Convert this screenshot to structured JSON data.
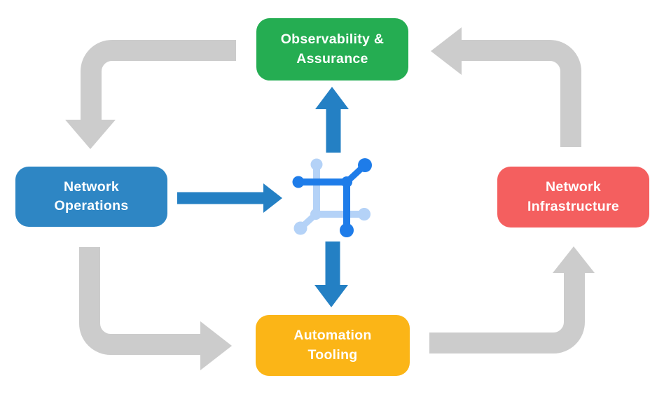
{
  "diagram": {
    "background_color": "#ffffff",
    "text_color": "#ffffff",
    "nodes": {
      "observability": {
        "label": "Observability &\nAssurance",
        "color": "#25AD52"
      },
      "operations": {
        "label": "Network\nOperations",
        "color": "#2E86C4"
      },
      "infrastructure": {
        "label": "Network\nInfrastructure",
        "color": "#F45F5F"
      },
      "automation": {
        "label": "Automation\nTooling",
        "color": "#FBB517"
      }
    },
    "center_icon": {
      "name": "network-mesh-icon",
      "dark_color": "#1E7CE9",
      "light_color": "#B4D2F7"
    },
    "arrows": {
      "cycle_color": "#CCCCCC",
      "hub_color": "#2480C4",
      "flows": [
        {
          "from": "Observability & Assurance",
          "to": "Network Operations",
          "style": "gray-elbow"
        },
        {
          "from": "Network Operations",
          "to": "Automation Tooling",
          "style": "gray-elbow"
        },
        {
          "from": "Automation Tooling",
          "to": "Network Infrastructure",
          "style": "gray-elbow"
        },
        {
          "from": "Network Infrastructure",
          "to": "Observability & Assurance",
          "style": "gray-elbow"
        },
        {
          "from": "Network Operations",
          "to": "center-hub",
          "style": "blue-straight"
        },
        {
          "from": "center-hub",
          "to": "Observability & Assurance",
          "style": "blue-straight"
        },
        {
          "from": "center-hub",
          "to": "Automation Tooling",
          "style": "blue-straight"
        }
      ]
    }
  }
}
